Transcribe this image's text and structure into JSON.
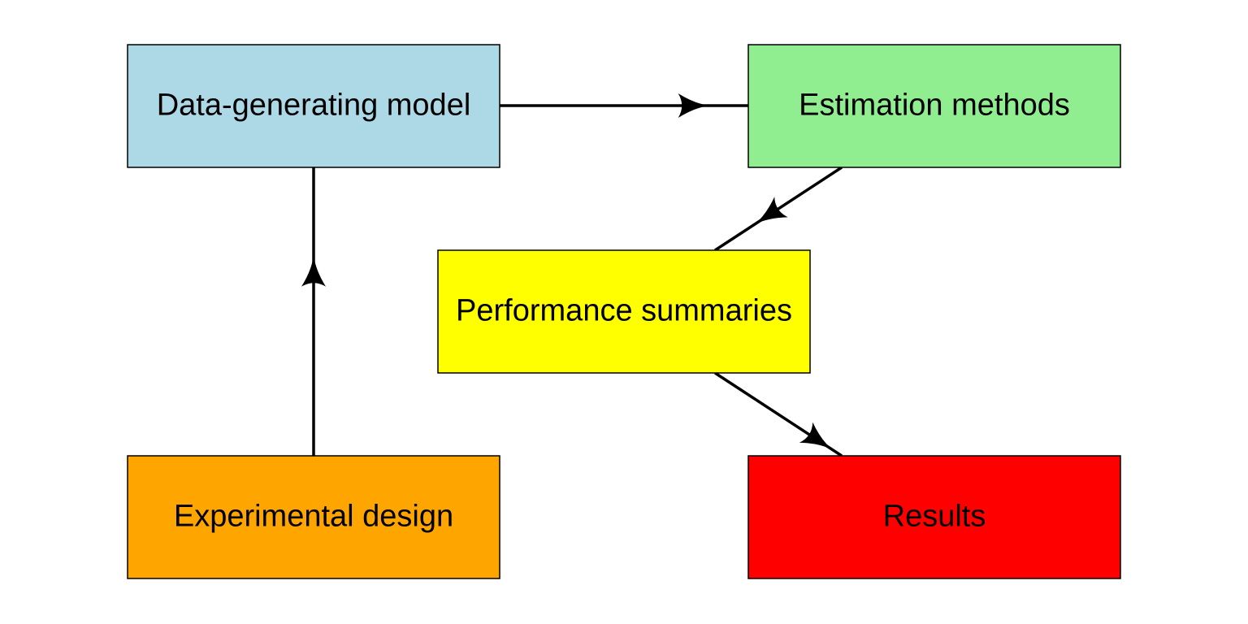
{
  "diagram": {
    "nodes": [
      {
        "id": "data-generating-model",
        "label": "Data-generating model",
        "color": "#add8e6"
      },
      {
        "id": "estimation-methods",
        "label": "Estimation methods",
        "color": "#90ee90"
      },
      {
        "id": "performance-summaries",
        "label": "Performance summaries",
        "color": "#ffff00"
      },
      {
        "id": "experimental-design",
        "label": "Experimental design",
        "color": "#ffa500"
      },
      {
        "id": "results",
        "label": "Results",
        "color": "#ff0000"
      }
    ],
    "edges": [
      {
        "from": "data-generating-model",
        "to": "estimation-methods"
      },
      {
        "from": "estimation-methods",
        "to": "performance-summaries"
      },
      {
        "from": "performance-summaries",
        "to": "results"
      },
      {
        "from": "experimental-design",
        "to": "data-generating-model"
      }
    ]
  }
}
